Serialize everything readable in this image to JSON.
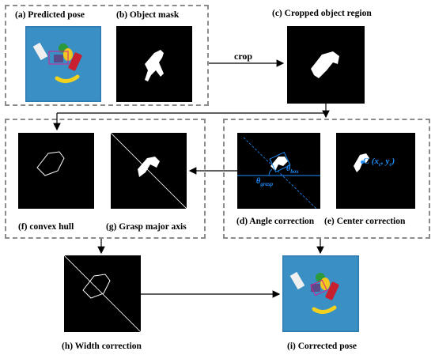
{
  "labels": {
    "a": "(a) Predicted pose",
    "b": "(b) Object mask",
    "c": "(c) Cropped object region",
    "crop": "crop",
    "f": "(f) convex hull",
    "g": "(g) Grasp major axis",
    "d": "(d) Angle correction",
    "e": "(e) Center  correction",
    "h": "(h) Width correction",
    "i": "(i) Corrected pose"
  },
  "annotations": {
    "theta_box": "θ",
    "theta_box_sub": "box",
    "theta_grasp": "θ",
    "theta_grasp_sub": "grasp",
    "center_c": "C",
    "center_coords": "(x",
    "center_coords_sub_c": "c",
    "center_coords_mid": ", y",
    "center_coords_sub_c2": "c",
    "center_coords_end": ")"
  },
  "colors": {
    "dash_border": "#8c8c8c",
    "arrow": "#000000",
    "annotation_blue": "#1e90ff",
    "table_blue": "#3a8fc4"
  }
}
